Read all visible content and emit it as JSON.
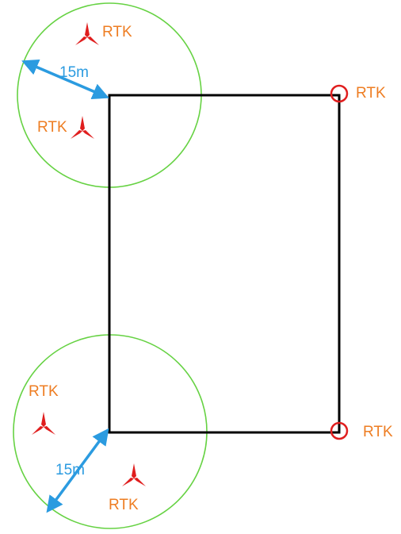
{
  "colors": {
    "boundary": "#000000",
    "radius_circle": "#66d243",
    "rtk_marker": "#e01e1e",
    "rtk_label": "#ee7d22",
    "distance": "#2b9be0"
  },
  "icons": {
    "rtk_station": "tri-blade-icon",
    "corner_rtk": "circle-marker-icon"
  },
  "labels": {
    "rtk": "RTK",
    "radius_top": "15m",
    "radius_bottom": "15m"
  }
}
